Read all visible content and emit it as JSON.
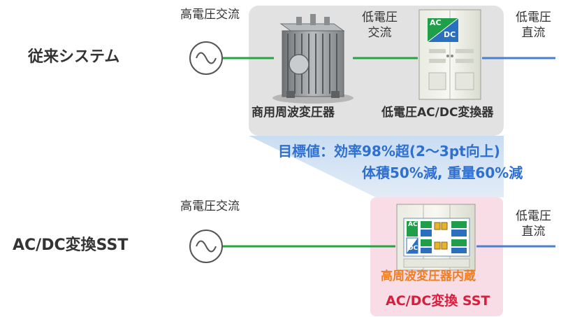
{
  "rows": {
    "conventional": {
      "label": "従来システム",
      "input": "高電圧交流",
      "mid": "低電圧\n交流",
      "output": "低電圧\n直流",
      "transformer_caption": "商用周波変圧器",
      "converter_caption": "低電圧AC/DC変換器",
      "cabinet_panel": {
        "top": "AC",
        "bottom": "DC"
      }
    },
    "sst": {
      "label": "AC/DC変換SST",
      "input": "高電圧交流",
      "output": "低電圧\n直流",
      "builtin_note": "高周波変圧器内蔵",
      "caption": "AC/DC変換 SST",
      "cabinet_panel": {
        "top": "AC",
        "bottom": "DC"
      }
    }
  },
  "target": {
    "line1": "目標値：効率98%超(2～3pt向上)",
    "line2": "体積50%減, 重量60%減"
  },
  "colors": {
    "ac_line": "#25a540",
    "dc_line": "#4a7fd0",
    "gray_zone": "#e2e2e2",
    "blue_zone": "#cfe0f3",
    "pink_zone": "#f9dde6",
    "target_text": "#2e6fcf",
    "orange_text": "#ef7d22",
    "red_text": "#d81e3c"
  }
}
